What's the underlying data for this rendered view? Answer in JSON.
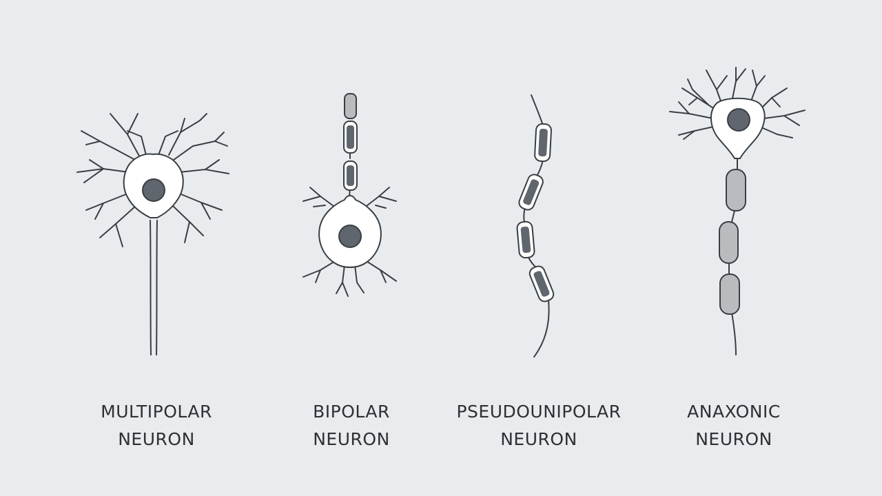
{
  "neurons": [
    {
      "name": "multipolar",
      "label_line1": "MULTIPOLAR",
      "label_line2": "NEURON"
    },
    {
      "name": "bipolar",
      "label_line1": "BIPOLAR",
      "label_line2": "NEURON"
    },
    {
      "name": "pseudounipolar",
      "label_line1": "PSEUDOUNIPOLAR",
      "label_line2": "NEURON"
    },
    {
      "name": "anaxonic",
      "label_line1": "ANAXONIC",
      "label_line2": "NEURON"
    }
  ],
  "colors": {
    "background": "#e9ecef",
    "stroke": "#3a3e42",
    "cell_fill": "#ffffff",
    "nucleus": "#5f666d",
    "myelin": "#b9bcbf",
    "label": "#2d3134"
  }
}
